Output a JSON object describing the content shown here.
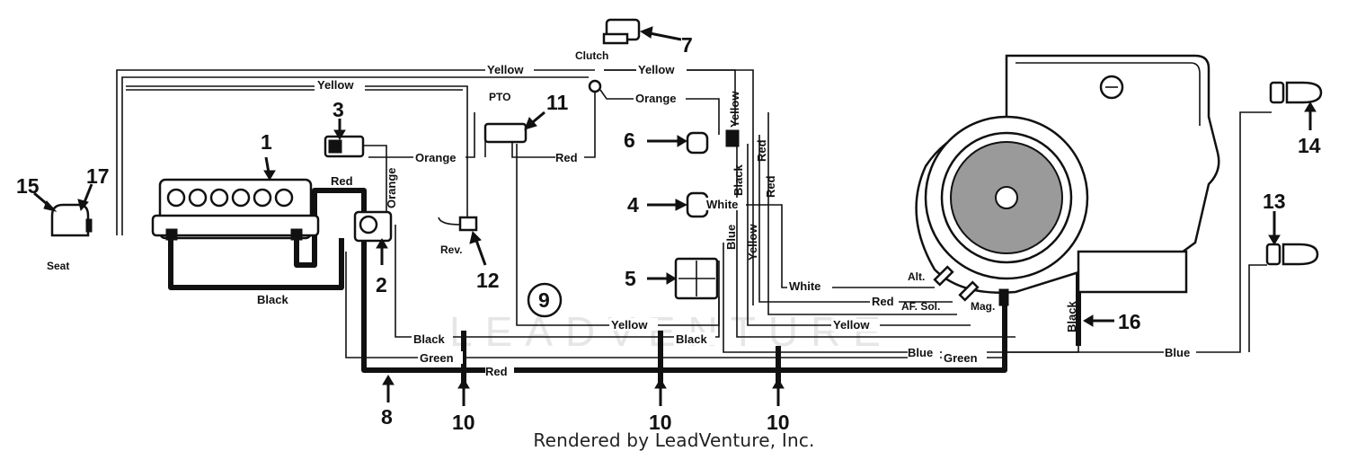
{
  "wire_labels": {
    "yellow": "Yellow",
    "orange": "Orange",
    "red": "Red",
    "black": "Black",
    "green": "Green",
    "blue": "Blue",
    "white": "White"
  },
  "component_labels": {
    "clutch": "Clutch",
    "pto": "PTO",
    "rev": "Rev.",
    "seat": "Seat",
    "alt": "Alt.",
    "af_sol": "AF. Sol.",
    "mag": "Mag."
  },
  "callouts": [
    "1",
    "2",
    "3",
    "4",
    "5",
    "6",
    "7",
    "8",
    "9",
    "10",
    "11",
    "12",
    "13",
    "14",
    "15",
    "16",
    "17"
  ],
  "watermark": "LEADVENTURE",
  "credit": "Rendered by LeadVenture, Inc."
}
